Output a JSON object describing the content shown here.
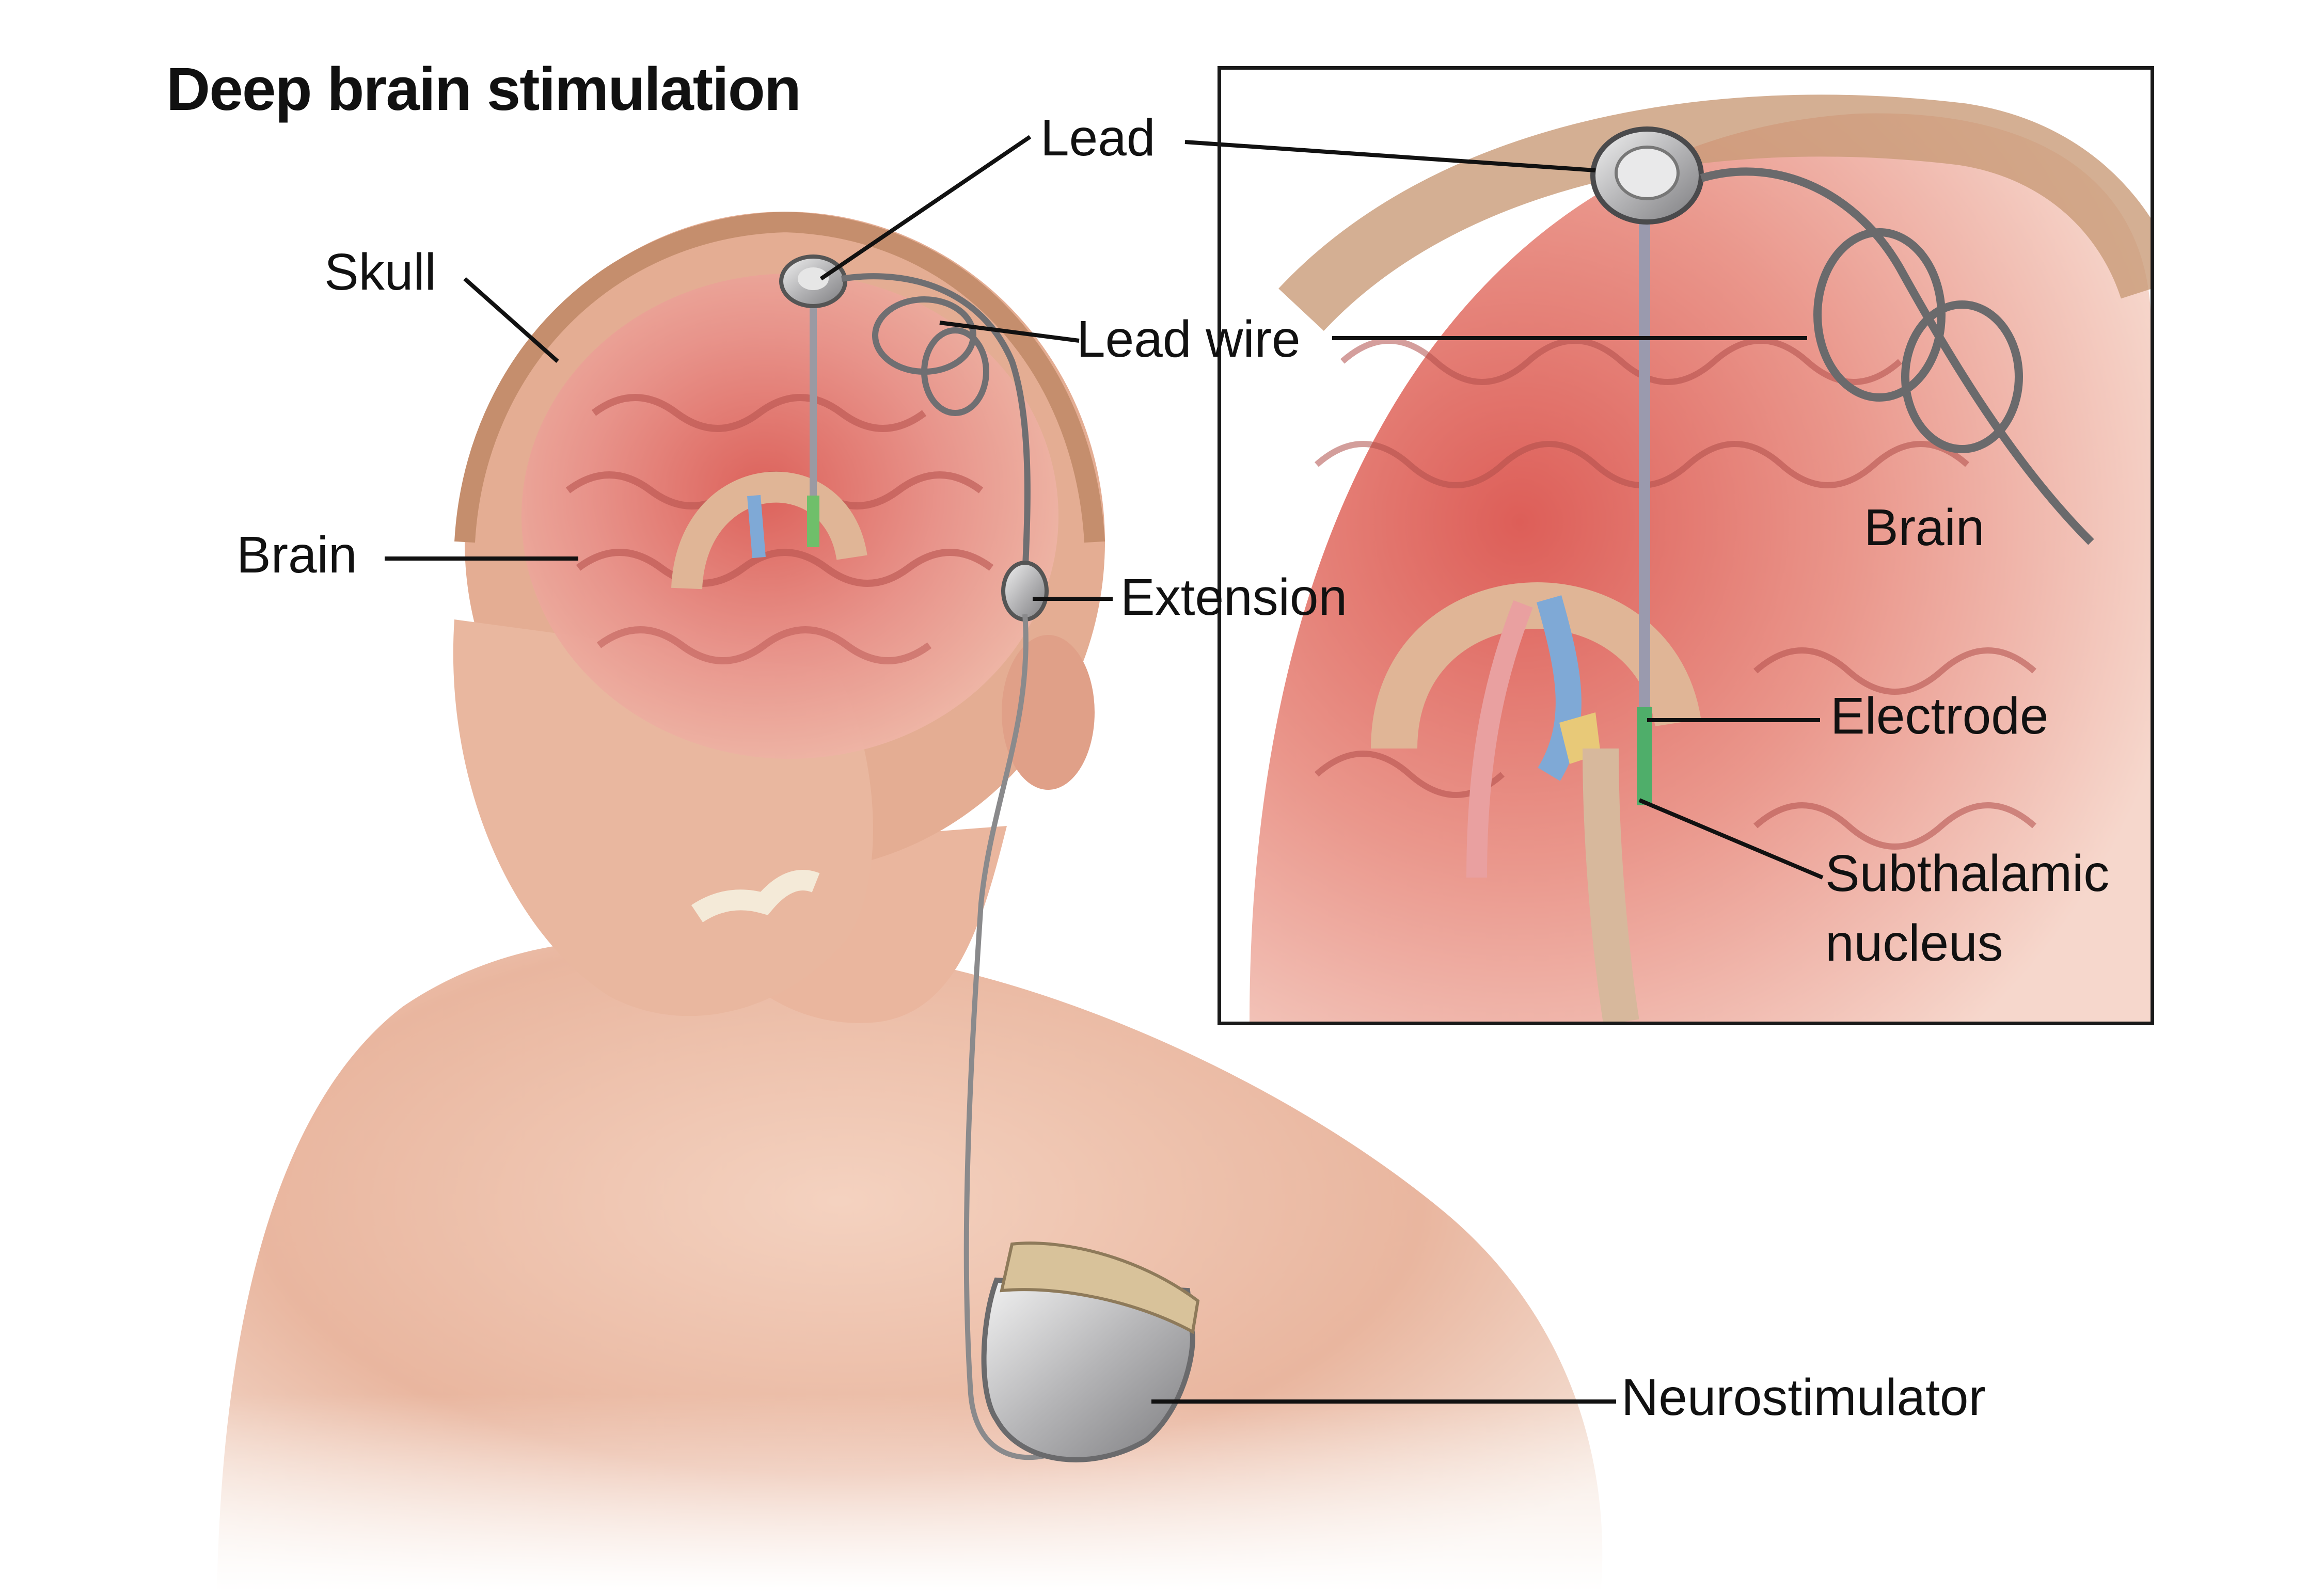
{
  "figure": {
    "title": "Deep brain stimulation",
    "subject": "Head and upper torso with implanted deep brain stimulation system, plus magnified inset of brain"
  },
  "labels": {
    "main": {
      "skull": "Skull",
      "brain": "Brain",
      "lead": "Lead",
      "lead_wire": "Lead wire",
      "extension": "Extension",
      "neurostimulator": "Neurostimulator"
    },
    "inset": {
      "brain": "Brain",
      "electrode": "Electrode",
      "subthalamic_line1": "Subthalamic",
      "subthalamic_line2": "nucleus"
    }
  },
  "colors": {
    "background": "#ffffff",
    "skin": "#e8b8a0",
    "skin_light": "#f3d3c0",
    "skull": "#d7a57f",
    "brain": "#e58b84",
    "brain_deep": "#d9605a",
    "device_metal": "#b9b9bb",
    "device_cap": "#d8c29a",
    "wire": "#8a8a8c",
    "electrode": "#6fbf6a",
    "ventricle_blue": "#7fa9d6",
    "leader_line": "#111111",
    "inset_border": "#1a1a1a"
  }
}
